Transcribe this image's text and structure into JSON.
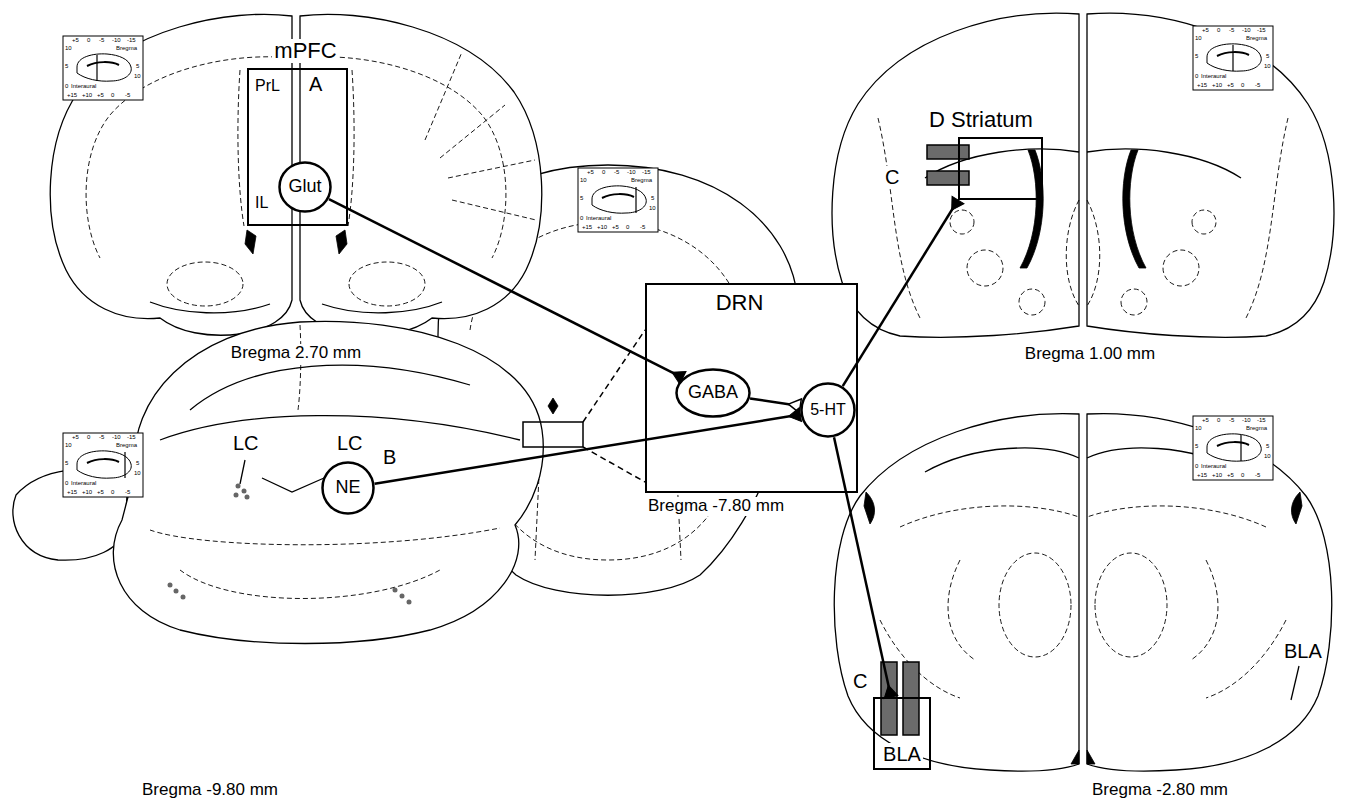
{
  "diagram": {
    "nodes": [
      {
        "text": [
          "mPFC",
          "PrL",
          "A",
          "IL"
        ]
      },
      {
        "text": [
          "Glut"
        ],
        "in": 0
      },
      {
        "text": [
          "DRN"
        ]
      },
      {
        "text": [
          "GABA"
        ],
        "in": 2
      },
      {
        "text": [
          "5-HT"
        ],
        "in": 2
      },
      {
        "text": [
          "D Striatum"
        ]
      },
      {
        "text": [
          "BLA"
        ]
      },
      {
        "text": [
          "NE"
        ]
      }
    ],
    "edges": [
      {
        "from": 1,
        "to": 3,
        "arrow": "to"
      },
      {
        "from": 3,
        "to": 4,
        "arrow": "to"
      },
      {
        "from": 7,
        "to": 4,
        "arrow": "to"
      },
      {
        "from": 4,
        "to": 5,
        "arrow": "to"
      },
      {
        "from": 4,
        "to": 6,
        "arrow": "to"
      }
    ],
    "labels": [
      "C",
      "C",
      "B",
      "LC",
      "LC",
      "BLA",
      "Bregma 2.70 mm",
      "Bregma 1.00 mm",
      "Bregma -7.80 mm",
      "Bregma -9.80 mm",
      "Bregma -2.80 mm",
      "10",
      "+5",
      "0",
      "-5",
      "-10",
      "-15",
      "Bregma",
      "5",
      "0",
      "Interaural",
      "+15",
      "+10",
      "+5",
      "0",
      "-5",
      "5",
      "10",
      "10",
      "+5",
      "0",
      "-5",
      "-10",
      "-15",
      "Bregma",
      "5",
      "0",
      "Interaural",
      "+15",
      "+10",
      "+5",
      "0",
      "-5",
      "5",
      "10",
      "10",
      "+5",
      "0",
      "-5",
      "-10",
      "-15",
      "Bregma",
      "5",
      "0",
      "Interaural",
      "+15",
      "+10",
      "+5",
      "0",
      "-5",
      "5",
      "10",
      "10",
      "+5",
      "0",
      "-5",
      "-10",
      "-15",
      "Bregma",
      "5",
      "0",
      "Interaural",
      "+15",
      "+10",
      "+5",
      "0",
      "-5",
      "5",
      "10",
      "10",
      "+5",
      "0",
      "-5",
      "-10",
      "-15",
      "Bregma",
      "5",
      "0",
      "Interaural",
      "+15",
      "+10",
      "+5",
      "0",
      "-5",
      "5",
      "10"
    ]
  }
}
